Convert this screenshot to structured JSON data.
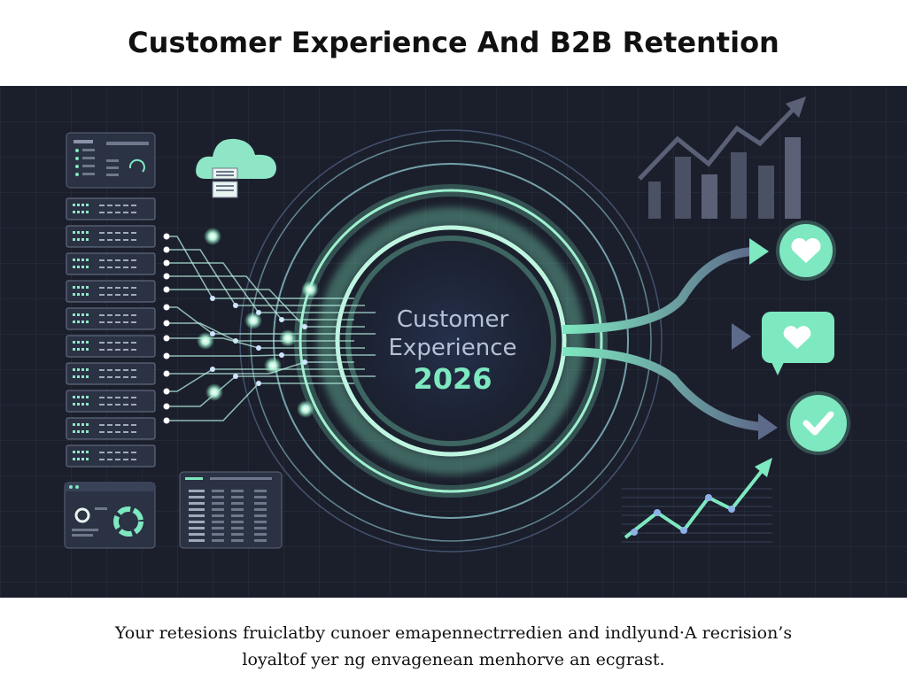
{
  "title": "Customer Experience And B2B Retention",
  "center": {
    "line1": "Customer",
    "line2": "Experience",
    "year": "2026"
  },
  "caption": {
    "line1": "Your retesions fruiclatby cunoer emapennectrredien and indlyund·A recrision’s",
    "line2": "loyaltof yer ng envagenean menhorve an ecgrast."
  },
  "icons": {
    "outcomes": [
      "heart-icon",
      "heart-speech-bubble-icon",
      "checkmark-icon"
    ],
    "left": [
      "dashboard-window-icon",
      "cloud-icon",
      "server-rack-icon",
      "analytics-window-icon",
      "table-window-icon"
    ],
    "right": [
      "bar-chart-icon",
      "line-chart-icon"
    ]
  },
  "colors": {
    "background": "#1b1f2c",
    "accent_teal": "#7ee8c0",
    "accent_blue": "#8fb0e8",
    "slate": "#5d6478"
  }
}
